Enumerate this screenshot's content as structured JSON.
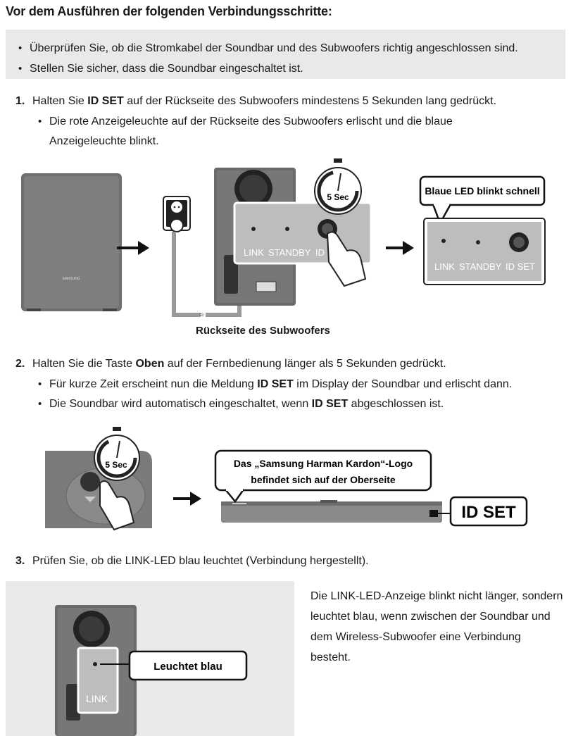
{
  "heading": "Vor dem Ausführen der folgenden Verbindungsschritte:",
  "notes": [
    "Überprüfen Sie, ob die Stromkabel der Soundbar und des Subwoofers richtig angeschlossen sind.",
    "Stellen Sie sicher, dass die Soundbar eingeschaltet ist."
  ],
  "step1": {
    "number": "1.",
    "pre": "Halten Sie ",
    "bold": "ID SET",
    "post": " auf der Rückseite des Subwoofers mindestens 5 Sekunden lang gedrückt.",
    "bullet_line1": "Die rote Anzeigeleuchte auf der Rückseite des Subwoofers erlischt und die blaue",
    "bullet_line2": "Anzeigeleuchte blinkt."
  },
  "fig1": {
    "timer": "5 Sec",
    "labels": [
      "LINK",
      "STANDBY",
      "ID SET"
    ],
    "callout": "Blaue LED blinkt schnell",
    "caption": "Rückseite des Subwoofers",
    "brand": "SAMSUNG"
  },
  "step2": {
    "number": "2.",
    "pre": "Halten Sie die Taste ",
    "bold": "Oben",
    "post": " auf der Fernbedienung länger als 5 Sekunden gedrückt.",
    "bullets": [
      {
        "pre": "Für kurze Zeit erscheint nun die Meldung ",
        "bold": "ID SET",
        "post": " im Display der Soundbar und erlischt dann."
      },
      {
        "pre": "Die Soundbar wird automatisch eingeschaltet, wenn ",
        "bold": "ID SET",
        "post": " abgeschlossen ist."
      }
    ]
  },
  "fig2": {
    "timer": "5 Sec",
    "callout_line1": "Das „Samsung Harman Kardon“-Logo",
    "callout_line2": "befindet sich auf der Oberseite",
    "display": "ID SET"
  },
  "step3": {
    "number": "3.",
    "text": "Prüfen Sie, ob die LINK-LED blau leuchtet (Verbindung hergestellt)."
  },
  "fig3": {
    "label": "LINK",
    "callout": "Leuchtet blau"
  },
  "side_text": "Die LINK-LED-Anzeige blinkt nicht länger, sondern leuchtet blau, wenn zwischen der Soundbar und dem Wireless-Subwoofer eine Verbindung besteht.",
  "colors": {
    "device": "#7a7a7a",
    "panel": "#bdbdbd",
    "box": "#e9e9e9",
    "ink": "#1a1a1a"
  }
}
